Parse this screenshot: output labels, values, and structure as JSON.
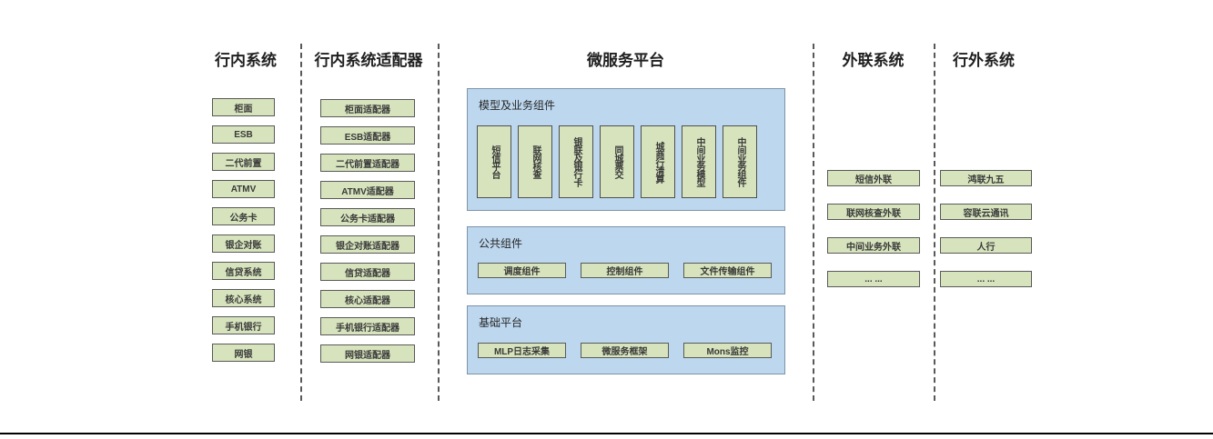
{
  "internal_systems": {
    "title": "行内系统",
    "boxes": [
      "柜面",
      "ESB",
      "二代前置",
      "ATMV",
      "公务卡",
      "银企对账",
      "信贷系统",
      "核心系统",
      "手机银行",
      "网银"
    ]
  },
  "internal_adapters": {
    "title": "行内系统适配器",
    "boxes": [
      "柜面适配器",
      "ESB适配器",
      "二代前置适配器",
      "ATMV适配器",
      "公务卡适配器",
      "银企对账适配器",
      "信贷适配器",
      "核心适配器",
      "手机银行适配器",
      "网银适配器"
    ]
  },
  "microservice_platform": {
    "title": "微服务平台",
    "model_group": {
      "title": "模型及业务组件",
      "boxes": [
        "短信平台",
        "联网核查",
        "银联及银行卡",
        "同城票交",
        "城商行清算",
        "中间业务模型",
        "中间业务组件"
      ]
    },
    "common_group": {
      "title": "公共组件",
      "boxes": [
        "调度组件",
        "控制组件",
        "文件传输组件"
      ]
    },
    "base_group": {
      "title": "基础平台",
      "boxes": [
        "MLP日志采集",
        "微服务框架",
        "Mons监控"
      ]
    }
  },
  "external_link_systems": {
    "title": "外联系统",
    "boxes": [
      "短信外联",
      "联网核查外联",
      "中间业务外联",
      "... ..."
    ]
  },
  "outside_systems": {
    "title": "行外系统",
    "boxes": [
      "鸿联九五",
      "容联云通讯",
      "人行",
      "... ..."
    ]
  },
  "colors": {
    "box_fill": "#d6e3bc",
    "box_border": "#595959",
    "panel_fill": "#bdd7ee",
    "panel_border": "#7d93a8",
    "separator": "#595959",
    "bottom_rule": "#000000"
  }
}
